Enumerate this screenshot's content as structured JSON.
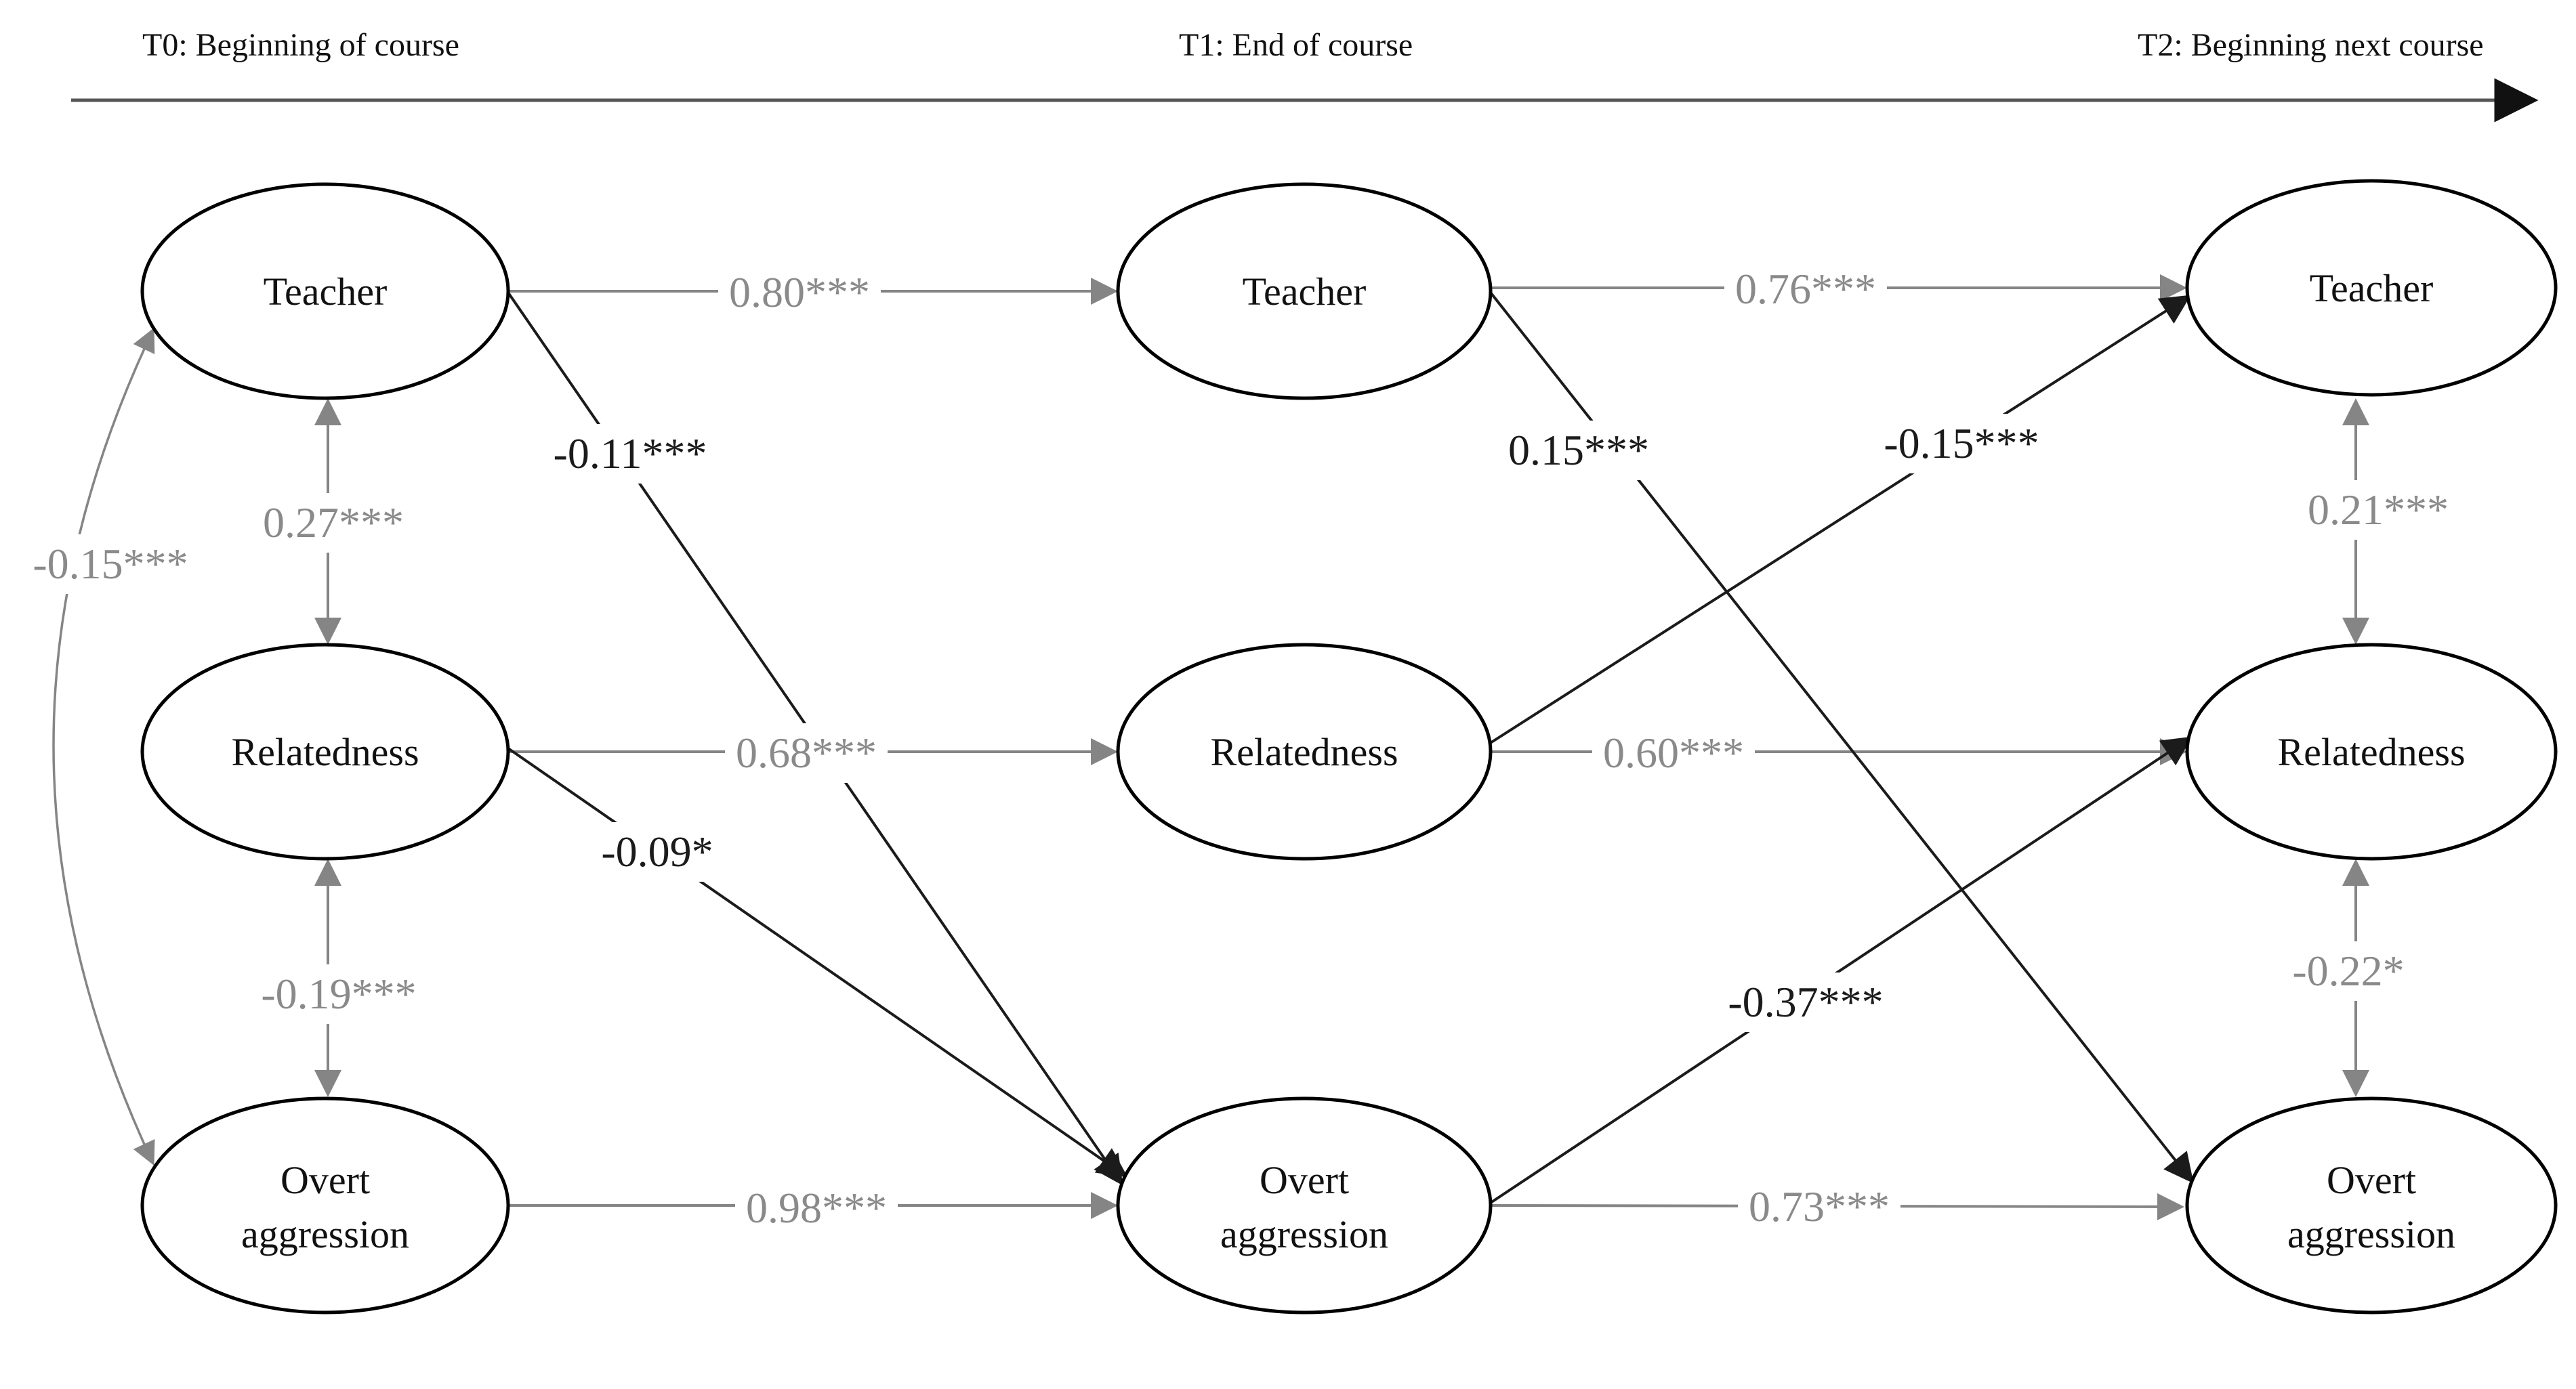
{
  "figure": {
    "type": "cross-lagged panel path model",
    "description": "Structural model with three constructs measured at three time points"
  },
  "timeline": {
    "t0_label": "T0: Beginning of course",
    "t1_label": "T1: End of course",
    "t2_label": "T2: Beginning next course"
  },
  "nodes": {
    "t0_teacher": {
      "label": "Teacher"
    },
    "t0_relatedness": {
      "label": "Relatedness"
    },
    "t0_overt": {
      "line1": "Overt",
      "line2": "aggression"
    },
    "t1_teacher": {
      "label": "Teacher"
    },
    "t1_relatedness": {
      "label": "Relatedness"
    },
    "t1_overt": {
      "line1": "Overt",
      "line2": "aggression"
    },
    "t2_teacher": {
      "label": "Teacher"
    },
    "t2_relatedness": {
      "label": "Relatedness"
    },
    "t2_overt": {
      "line1": "Overt",
      "line2": "aggression"
    }
  },
  "coefficients": {
    "stability": {
      "teacher_t0_t1": "0.80***",
      "teacher_t1_t2": "0.76***",
      "relatedness_t0_t1": "0.68***",
      "relatedness_t1_t2": "0.60***",
      "overt_t0_t1": "0.98***",
      "overt_t1_t2": "0.73***"
    },
    "cross_lagged": {
      "teacher_t0_overt_t1": "-0.11***",
      "relatedness_t0_overt_t1": "-0.09*",
      "teacher_t1_overt_t2": "0.15***",
      "relatedness_t1_teacher_t2": "-0.15***",
      "overt_t1_relatedness_t2": "-0.37***"
    },
    "correlations": {
      "t0_teacher_relatedness": "0.27***",
      "t0_relatedness_overt": "-0.19***",
      "t0_teacher_overt": "-0.15***",
      "t2_teacher_relatedness": "0.21***",
      "t2_relatedness_overt": "-0.22*"
    }
  },
  "colors": {
    "stability_path_gray": "#858585",
    "gray_label": "#8a8a8a",
    "cross_lagged_black": "#1b1b1b",
    "node_outline": "#000000",
    "background": "#ffffff"
  }
}
